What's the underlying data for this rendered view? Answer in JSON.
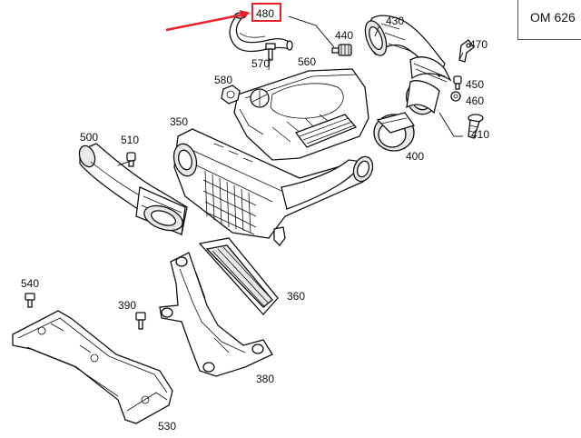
{
  "engine_code": "OM 626",
  "highlighted_part": "480",
  "highlight_color": "#e8202a",
  "part_labels": {
    "p480": "480",
    "p440": "440",
    "p430": "430",
    "p470": "470",
    "p570": "570",
    "p560": "560",
    "p580": "580",
    "p450": "450",
    "p460": "460",
    "p350": "350",
    "p410": "410",
    "p500": "500",
    "p510": "510",
    "p400": "400",
    "p540": "540",
    "p360": "360",
    "p390": "390",
    "p380": "380",
    "p530": "530"
  }
}
